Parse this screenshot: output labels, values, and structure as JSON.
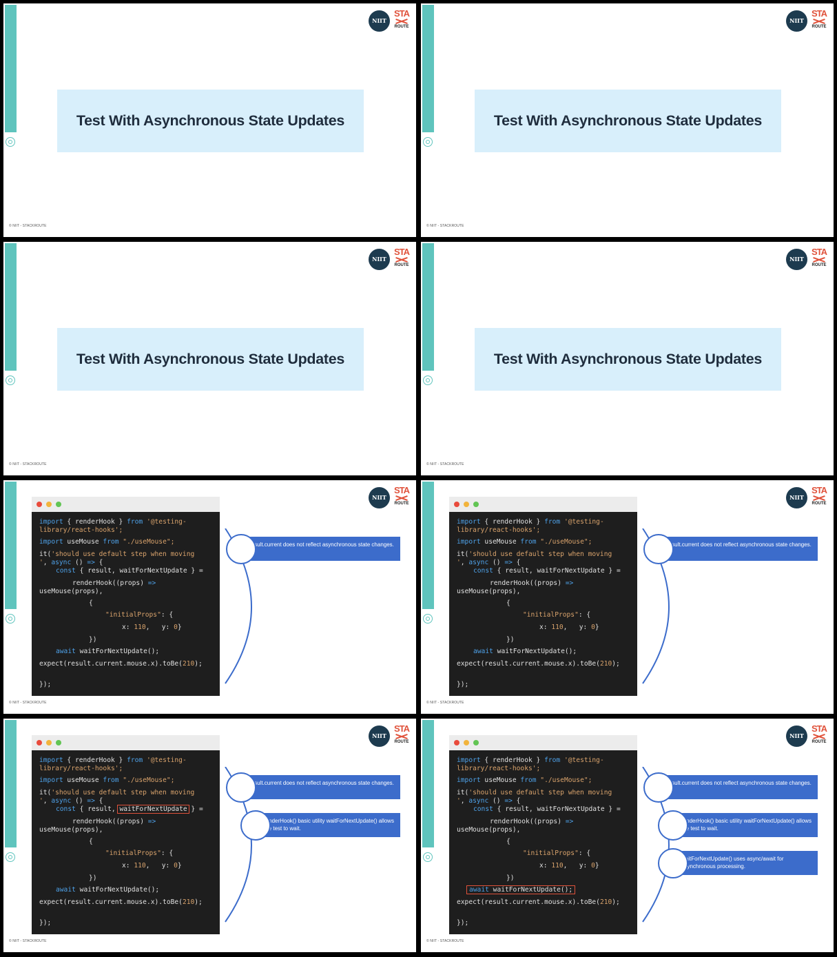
{
  "footer_text": "© NIIT - STACKROUTE",
  "logos": {
    "niit": "NIIT",
    "stackroute_top": "STA",
    "stackroute_bottom": "ROUTE"
  },
  "title_slide": {
    "title": "Test With Asynchronous State Updates"
  },
  "code": {
    "l1a": "import",
    "l1b": " { renderHook } ",
    "l1c": "from",
    "l1d": " '@testing-",
    "l2": "library/react-hooks';",
    "l3a": "import",
    "l3b": " useMouse ",
    "l3c": "from",
    "l3d": " \"./useMouse\";",
    "l4a": "it(",
    "l4b": "'should use default step when moving",
    "l5a": "'",
    "l5b": ", ",
    "l5c": "async",
    "l5d": " () ",
    "l5e": "=>",
    "l5f": " {",
    "l6a": "const",
    "l6b": " { result, ",
    "l6c": "waitForNextUpdate",
    "l6d": " } =",
    "l7a": "renderHook((props) ",
    "l7b": "=>",
    "l8": "useMouse(props),",
    "l9": "{",
    "l10a": "\"initialProps\"",
    "l10b": ": {",
    "l11a": "x: ",
    "l11b": "110",
    "l11c": ",   y: ",
    "l11d": "0",
    "l11e": "}",
    "l12": "})",
    "l13a": "await",
    "l13b": " waitForNextUpdate();",
    "l14a": "expect(result.current.mouse.x).toBe(",
    "l14b": "210",
    "l14c": ");",
    "l15": "});"
  },
  "callouts": {
    "c1": "result.current does not reflect asynchronous state changes.",
    "c2": "renderHook() basic utility waitForNextUpdate() allows the test to wait.",
    "c3": "waitForNextUpdate() uses async/await for asynchronous processing."
  },
  "colors": {
    "teal": "#5fc4bd",
    "callout_blue": "#3c6ccb",
    "title_bg": "#d8effb",
    "highlight": "#e0523b"
  }
}
